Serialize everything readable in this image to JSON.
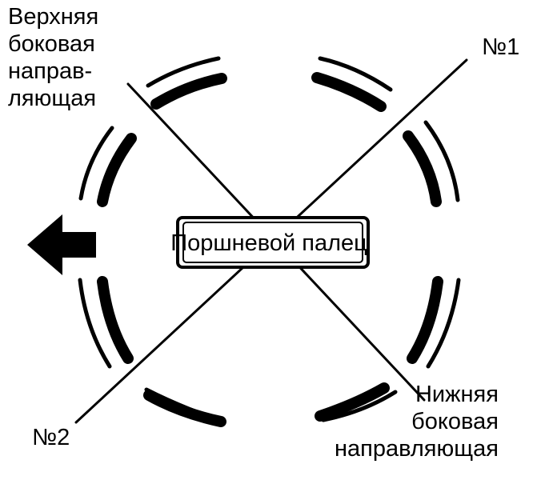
{
  "labels": {
    "upper_rail": [
      "Верхняя",
      "боковая",
      "направ-",
      "ляющая"
    ],
    "lower_rail": [
      "Нижняя",
      "боковая",
      "направляющая"
    ],
    "n1": "№1",
    "n2": "№2",
    "piston_pin": "Поршневой палец"
  },
  "icons": {
    "direction_arrow": "arrow-left-icon"
  },
  "colors": {
    "ink": "#000000",
    "background": "#ffffff"
  }
}
